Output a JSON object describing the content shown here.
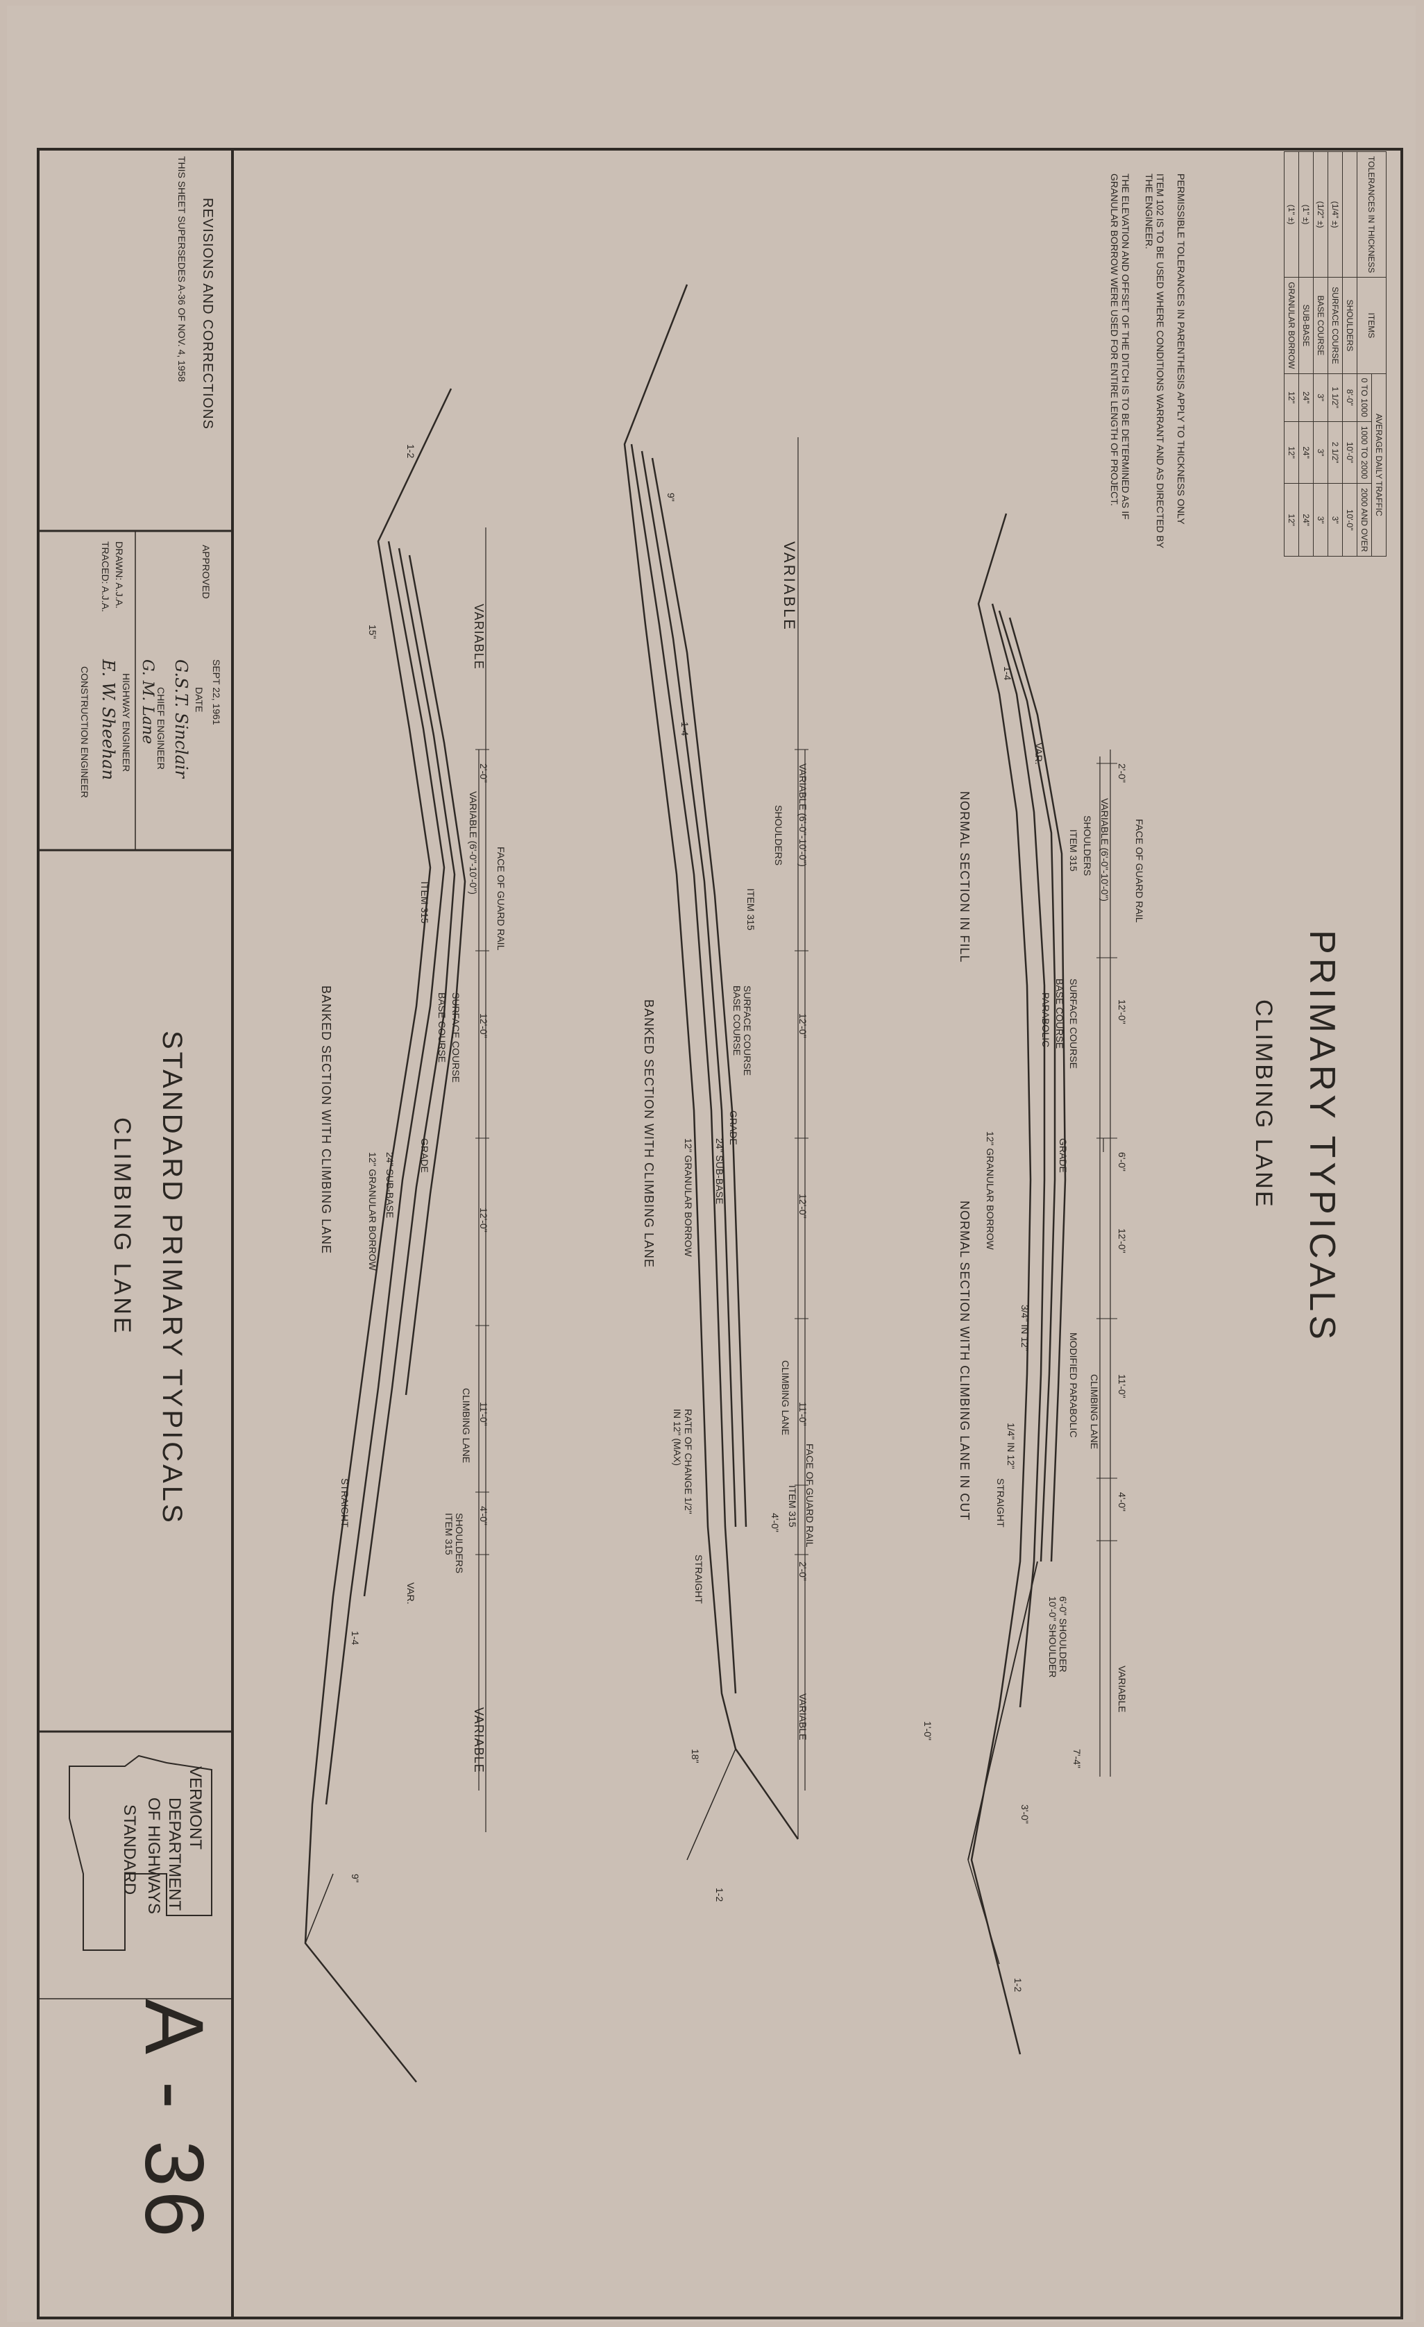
{
  "title": {
    "line1": "PRIMARY TYPICALS",
    "line2": "CLIMBING LANE"
  },
  "tolerances_table": {
    "header_left": "TOLERANCES IN THICKNESS",
    "header_items": "ITEMS",
    "header_adt": "AVERAGE DAILY TRAFFIC",
    "adt_ranges": [
      "0 TO 1000",
      "1000 TO 2000",
      "2000 AND OVER"
    ],
    "rows": [
      {
        "tol": "(1/4\" ±)",
        "item": "SURFACE COURSE",
        "v": [
          "1 1/2\"",
          "2 1/2\"",
          "3\""
        ]
      },
      {
        "tol": "(1/2\" ±)",
        "item": "BASE COURSE",
        "v": [
          "3\"",
          "3\"",
          "3\""
        ]
      },
      {
        "tol": "(1\" ±)",
        "item": "SUB-BASE",
        "v": [
          "24\"",
          "24\"",
          "24\""
        ]
      },
      {
        "tol": "(1\" ±)",
        "item": "GRANULAR BORROW",
        "v": [
          "12\"",
          "12\"",
          "12\""
        ]
      }
    ],
    "shoulders_label": "SHOULDERS",
    "shoulders_values": [
      "8'-0\"",
      "10'-0\"",
      "10'-0\""
    ]
  },
  "notes": [
    "PERMISSIBLE TOLERANCES IN PARENTHESIS APPLY TO THICKNESS ONLY",
    "ITEM 102 IS TO BE USED WHERE CONDITIONS WARRANT AND AS DIRECTED BY THE ENGINEER.",
    "THE ELEVATION AND OFFSET OF THE DITCH IS TO BE DETERMINED AS IF GRANULAR BORROW WERE USED FOR ENTIRE LENGTH OF PROJECT."
  ],
  "sections": [
    {
      "caption_left": "NORMAL SECTION IN FILL",
      "caption_right": "NORMAL SECTION WITH CLIMBING LANE IN CUT",
      "dims": [
        "2'-0\"",
        "VARIABLE (6'-0\"-10'-0\")",
        "12'-0\"",
        "6'-0\"",
        "12'-0\"",
        "11'-0\"",
        "4'-0\"",
        "VARIABLE"
      ],
      "labels": [
        "FACE OF GUARD RAIL",
        "SHOULDERS",
        "ITEM 315",
        "SURFACE COURSE",
        "BASE COURSE",
        "PARABOLIC",
        "GRADE",
        "12\" GRANULAR BORROW",
        "MODIFIED PARABOLIC",
        "CLIMBING LANE",
        "STRAIGHT",
        "1/4\" IN 12\"",
        "3/4\" IN 12\"",
        "VAR.",
        "1-4",
        "1-2",
        "6'-0\" SHOULDER",
        "10'-0\" SHOULDER",
        "3'-0\"",
        "7'-4\"",
        "1'-0\""
      ]
    },
    {
      "caption_left": "BANKED SECTION WITH CLIMBING LANE",
      "dims": [
        "VARIABLE",
        "VARIABLE (6'-0\"-10'-0\")",
        "12'-0\"",
        "12'-0\"",
        "11'-0\"",
        "4'-0\"",
        "2'-0\"",
        "VARIABLE"
      ],
      "labels": [
        "SHOULDERS",
        "ITEM 315",
        "SURFACE COURSE",
        "BASE COURSE",
        "GRADE",
        "24\" SUB-BASE",
        "12\" GRANULAR BORROW",
        "CLIMBING LANE",
        "FACE OF GUARD RAIL",
        "ITEM 315",
        "RATE OF CHANGE 1/2\" IN 12\" (MAX)",
        "STRAIGHT",
        "1-4",
        "1-2",
        "9\"",
        "18\""
      ]
    },
    {
      "caption_left": "BANKED SECTION WITH CLIMBING LANE",
      "dims": [
        "VARIABLE",
        "2'-0\"",
        "VARIABLE (6'-0\"-10'-0\")",
        "12'-0\"",
        "12'-0\"",
        "11'-0\"",
        "4'-0\"",
        "VARIABLE"
      ],
      "labels": [
        "FACE OF GUARD RAIL",
        "ITEM 315",
        "SURFACE COURSE",
        "BASE COURSE",
        "GRADE",
        "24\" SUB-BASE",
        "12\" GRANULAR BORROW",
        "CLIMBING LANE",
        "SHOULDERS",
        "ITEM 315",
        "STRAIGHT",
        "VAR.",
        "1-4",
        "1-2",
        "15\"",
        "9\""
      ]
    }
  ],
  "title_block": {
    "revisions": "REVISIONS AND CORRECTIONS",
    "supersedes": "THIS SHEET SUPERSEDES A-36 OF NOV. 4, 1958",
    "approved": "APPROVED",
    "date_value": "SEPT 22, 1961",
    "date_label": "DATE",
    "chief_engineer": "CHIEF ENGINEER",
    "highway_engineer": "HIGHWAY ENGINEER",
    "construction_engineer": "CONSTRUCTION ENGINEER",
    "drawn": "DRAWN: A.J.A.",
    "traced": "TRACED: A.J.A.",
    "sheet_title1": "STANDARD PRIMARY TYPICALS",
    "sheet_title2": "CLIMBING LANE",
    "state": "VERMONT",
    "department": "DEPARTMENT",
    "of_highways": "OF HIGHWAYS",
    "standard": "STANDARD",
    "sheet_number": "A - 36"
  },
  "signatures": [
    "G.S.T. Sinclair",
    "G. M. Lane",
    "E. W. Sheehan"
  ]
}
